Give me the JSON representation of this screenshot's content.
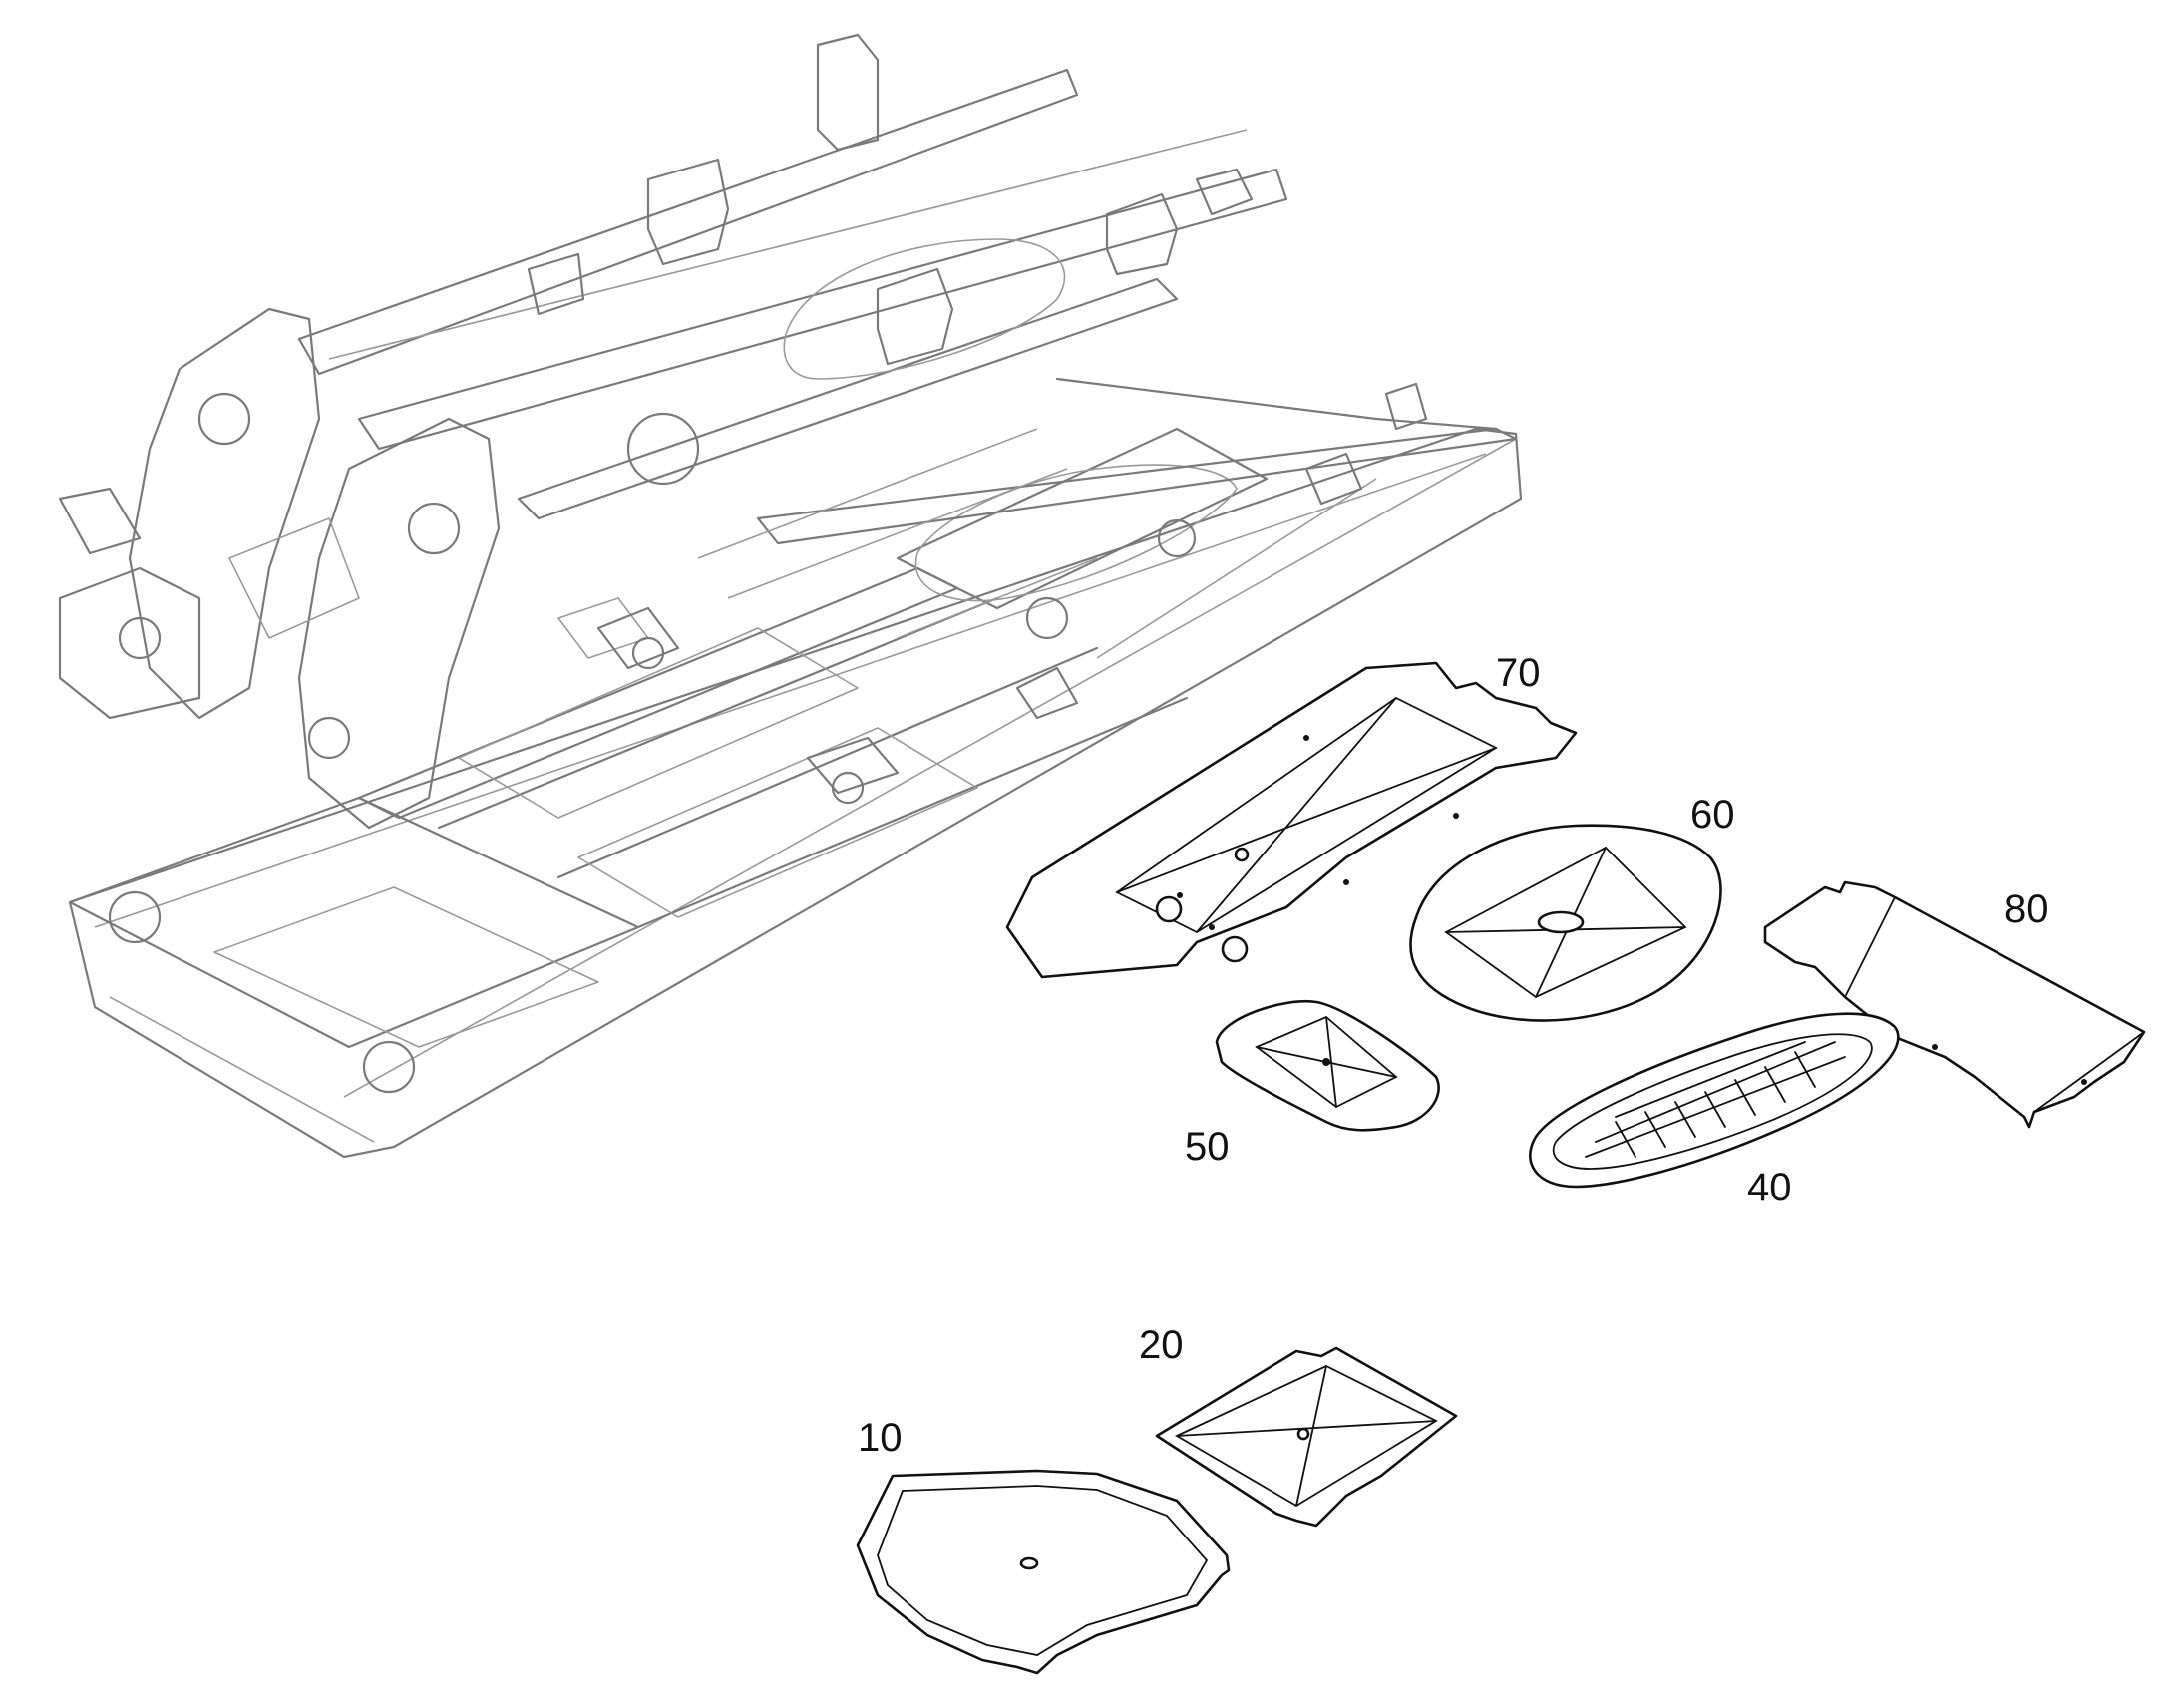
{
  "diagram": {
    "type": "exploded parts view",
    "callouts": [
      {
        "id": "10",
        "label": "10"
      },
      {
        "id": "20",
        "label": "20"
      },
      {
        "id": "40",
        "label": "40"
      },
      {
        "id": "50",
        "label": "50"
      },
      {
        "id": "60",
        "label": "60"
      },
      {
        "id": "70",
        "label": "70"
      },
      {
        "id": "80",
        "label": "80"
      }
    ]
  }
}
